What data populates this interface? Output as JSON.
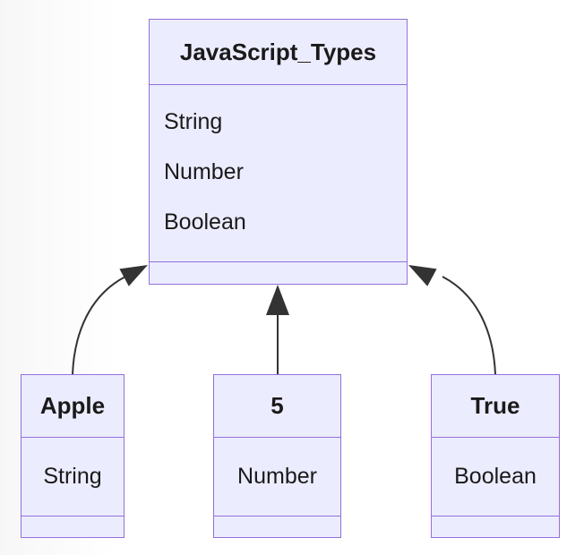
{
  "diagram": {
    "kind": "class-diagram",
    "main_class": {
      "title": "JavaScript_Types",
      "members": [
        "String",
        "Number",
        "Boolean"
      ]
    },
    "instances": [
      {
        "title": "Apple",
        "members": [
          "String"
        ]
      },
      {
        "title": "5",
        "members": [
          "Number"
        ]
      },
      {
        "title": "True",
        "members": [
          "Boolean"
        ]
      }
    ],
    "relations": [
      {
        "from": "Apple",
        "to": "JavaScript_Types",
        "arrow": "solid-head"
      },
      {
        "from": "5",
        "to": "JavaScript_Types",
        "arrow": "solid-head"
      },
      {
        "from": "True",
        "to": "JavaScript_Types",
        "arrow": "solid-head"
      }
    ],
    "colors": {
      "node_fill": "#ECECFF",
      "node_border": "#9370DB",
      "arrow": "#333333",
      "text": "#1a1a1a"
    }
  }
}
